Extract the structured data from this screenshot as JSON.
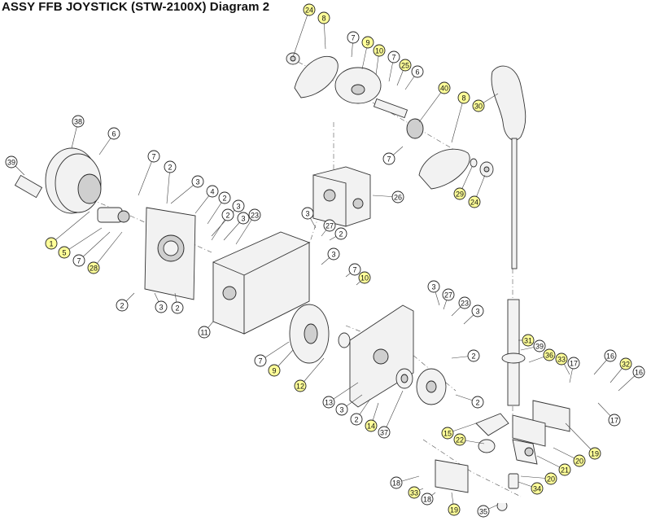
{
  "title": "ASSY FFB JOYSTICK (STW-2100X) Diagram 2",
  "colors": {
    "highlight": "#ffff99",
    "plain": "#ffffff",
    "line": "#333333"
  },
  "callouts": [
    {
      "label": "24",
      "hl": true
    },
    {
      "label": "8",
      "hl": true
    },
    {
      "label": "7",
      "hl": false
    },
    {
      "label": "9",
      "hl": true
    },
    {
      "label": "10",
      "hl": true
    },
    {
      "label": "7",
      "hl": false
    },
    {
      "label": "25",
      "hl": true
    },
    {
      "label": "6",
      "hl": false
    },
    {
      "label": "40",
      "hl": true
    },
    {
      "label": "8",
      "hl": true
    },
    {
      "label": "30",
      "hl": true
    },
    {
      "label": "7",
      "hl": false
    },
    {
      "label": "29",
      "hl": true
    },
    {
      "label": "24",
      "hl": true
    },
    {
      "label": "38",
      "hl": false
    },
    {
      "label": "39",
      "hl": false
    },
    {
      "label": "6",
      "hl": false
    },
    {
      "label": "7",
      "hl": false
    },
    {
      "label": "2",
      "hl": false
    },
    {
      "label": "3",
      "hl": false
    },
    {
      "label": "4",
      "hl": false
    },
    {
      "label": "2",
      "hl": false
    },
    {
      "label": "3",
      "hl": false
    },
    {
      "label": "2",
      "hl": false
    },
    {
      "label": "3",
      "hl": false
    },
    {
      "label": "23",
      "hl": false
    },
    {
      "label": "26",
      "hl": false
    },
    {
      "label": "1",
      "hl": true
    },
    {
      "label": "5",
      "hl": true
    },
    {
      "label": "7",
      "hl": false
    },
    {
      "label": "28",
      "hl": true
    },
    {
      "label": "3",
      "hl": false
    },
    {
      "label": "27",
      "hl": false
    },
    {
      "label": "2",
      "hl": false
    },
    {
      "label": "3",
      "hl": false
    },
    {
      "label": "7",
      "hl": false
    },
    {
      "label": "10",
      "hl": true
    },
    {
      "label": "2",
      "hl": false
    },
    {
      "label": "3",
      "hl": false
    },
    {
      "label": "2",
      "hl": false
    },
    {
      "label": "11",
      "hl": false
    },
    {
      "label": "3",
      "hl": false
    },
    {
      "label": "27",
      "hl": false
    },
    {
      "label": "23",
      "hl": false
    },
    {
      "label": "3",
      "hl": false
    },
    {
      "label": "7",
      "hl": false
    },
    {
      "label": "9",
      "hl": true
    },
    {
      "label": "12",
      "hl": true
    },
    {
      "label": "31",
      "hl": true
    },
    {
      "label": "39",
      "hl": false
    },
    {
      "label": "36",
      "hl": true
    },
    {
      "label": "33",
      "hl": true
    },
    {
      "label": "17",
      "hl": false
    },
    {
      "label": "16",
      "hl": false
    },
    {
      "label": "32",
      "hl": true
    },
    {
      "label": "16",
      "hl": false
    },
    {
      "label": "2",
      "hl": false
    },
    {
      "label": "2",
      "hl": false
    },
    {
      "label": "13",
      "hl": false
    },
    {
      "label": "3",
      "hl": false
    },
    {
      "label": "2",
      "hl": false
    },
    {
      "label": "14",
      "hl": true
    },
    {
      "label": "37",
      "hl": false
    },
    {
      "label": "17",
      "hl": false
    },
    {
      "label": "15",
      "hl": true
    },
    {
      "label": "22",
      "hl": true
    },
    {
      "label": "19",
      "hl": true
    },
    {
      "label": "20",
      "hl": true
    },
    {
      "label": "21",
      "hl": true
    },
    {
      "label": "18",
      "hl": false
    },
    {
      "label": "20",
      "hl": true
    },
    {
      "label": "33",
      "hl": true
    },
    {
      "label": "34",
      "hl": true
    },
    {
      "label": "18",
      "hl": false
    },
    {
      "label": "19",
      "hl": true
    },
    {
      "label": "35",
      "hl": false
    }
  ]
}
